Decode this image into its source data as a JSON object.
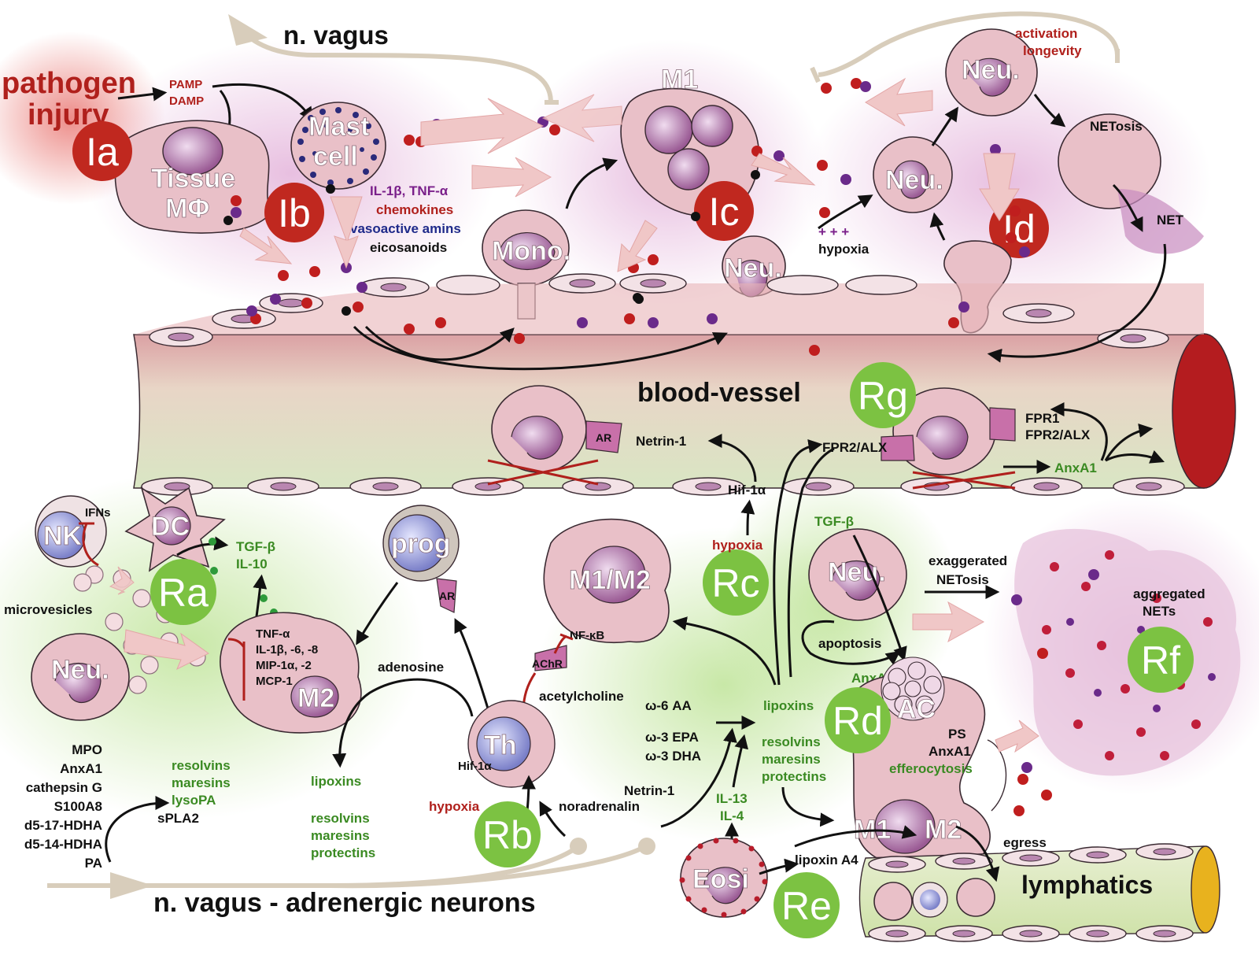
{
  "top": {
    "vagus": "n. vagus",
    "pathogen": [
      "pathogen",
      "injury"
    ],
    "pamp": [
      "PAMP",
      "DAMP"
    ],
    "mediators": [
      "IL-1β, TNF-α",
      "chemokines",
      "vasoactive amins",
      "eicosanoids"
    ],
    "activation": [
      "activation",
      "longevity"
    ],
    "hypoxia_marks": "+ + +",
    "hypoxia": "hypoxia",
    "netosis": "NETosis",
    "net": "NET"
  },
  "cells": {
    "tissue_mf": [
      "Tissue",
      "MΦ"
    ],
    "mast": [
      "Mast",
      "cell"
    ],
    "m1": "M1",
    "mono": "Mono.",
    "neu": "Neu.",
    "nk": "NK",
    "dc": "DC",
    "prog": "prog",
    "m1m2": "M1/M2",
    "m2": "M2",
    "th": "Th",
    "ac": "AC",
    "eosi": "Eosi",
    "m1_to_m2": [
      "M1",
      "→",
      "M2"
    ]
  },
  "badges": {
    "ia": "Ia",
    "ib": "Ib",
    "ic": "Ic",
    "id": "Id",
    "ra": "Ra",
    "rb": "Rb",
    "rc": "Rc",
    "rd": "Rd",
    "re": "Re",
    "rf": "Rf",
    "rg": "Rg"
  },
  "vessel": {
    "label": "blood-vessel",
    "ar": "AR",
    "netrin": "Netrin-1",
    "hif": "Hif-1α",
    "fpr_left": "FPR2/ALX",
    "fpr1": "FPR1",
    "fpr2": "FPR2/ALX",
    "anxa1": "AnxA1"
  },
  "bottom": {
    "ifns": "IFNs",
    "tgf": "TGF-β",
    "il10": "IL-10",
    "microvesicles": "microvesicles",
    "cytokines": [
      "TNF-α",
      "IL-1β, -6, -8",
      "MIP-1α, -2",
      "MCP-1"
    ],
    "neu_products": [
      "MPO",
      "AnxA1",
      "cathepsin G",
      "S100A8",
      "d5-17-HDHA",
      "d5-14-HDHA",
      "PA"
    ],
    "spla2": "sPLA2",
    "resolvins_left": [
      "resolvins",
      "maresins",
      "lysoPA"
    ],
    "lipoxins_mid": "lipoxins",
    "resolvins_mid": [
      "resolvins",
      "maresins",
      "protectins"
    ],
    "adenosine": "adenosine",
    "prog_ar": "AR",
    "nfkb": "NF-κB",
    "achr": "AChR",
    "acetylcholine": "acetylcholine",
    "hif_th": "Hif-1α",
    "hypoxia_b": "hypoxia",
    "noradrenalin": "noradrenalin",
    "netrin_b": "Netrin-1",
    "hypoxia_c": "hypoxia",
    "omega": [
      "ω-6 AA",
      "ω-3 EPA",
      "ω-3 DHA"
    ],
    "il13": [
      "IL-13",
      "IL-4"
    ],
    "lipoxins_r": "lipoxins",
    "resolvins_r": [
      "resolvins",
      "maresins",
      "protectins"
    ],
    "tgf_r": "TGF-β",
    "apoptosis": "apoptosis",
    "anxa1_r": "AnxA1",
    "ps": [
      "PS",
      "AnxA1"
    ],
    "efferocytosis": "efferocytosis",
    "exaggerated": [
      "exaggerated",
      "NETosis"
    ],
    "aggregated": [
      "aggregated",
      "NETs"
    ],
    "lipoxin_a4": "lipoxin A4",
    "egress": "egress",
    "lymphatics": "lymphatics",
    "vagus_adr": "n. vagus - adrenergic neurons"
  },
  "colors": {
    "inflammation_badge": "#c0281f",
    "resolution_badge": "#7cc242",
    "vessel": "#e9dcc6",
    "cell": "#e9c0c8",
    "nucleus": "#b978ad"
  }
}
